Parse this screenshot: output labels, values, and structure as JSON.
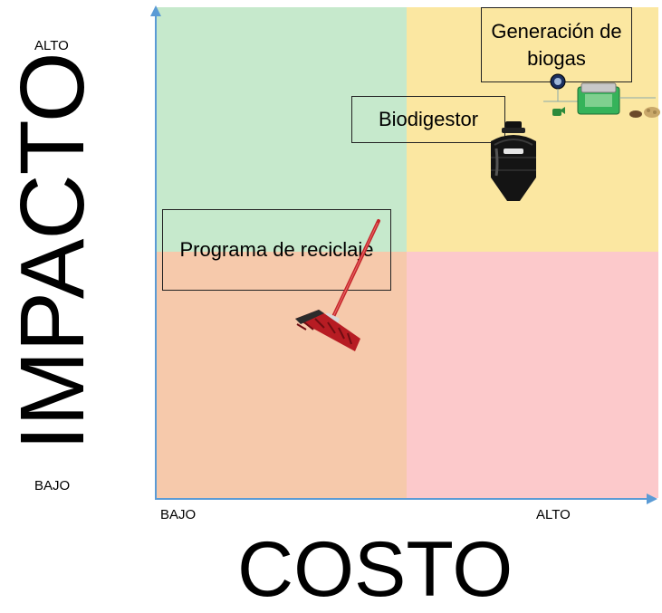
{
  "axes": {
    "y_title": "IMPACTO",
    "x_title": "COSTO",
    "y_high": "ALTO",
    "y_low": "BAJO",
    "x_low": "BAJO",
    "x_high": "ALTO",
    "color": "#5b9bd5"
  },
  "quadrants": {
    "top_left": "#c6e9cc",
    "top_right": "#fbe7a1",
    "bottom_left": "#f6c9ab",
    "bottom_right": "#fcc9cb"
  },
  "items": {
    "biogas": "Generación de biogas",
    "biodigester": "Biodigestor",
    "recycling": "Programa de reciclaje"
  },
  "icons": {
    "biogas": "biogas-plant-icon",
    "biodigester": "biodigester-tank-icon",
    "recycling": "broom-icon"
  }
}
